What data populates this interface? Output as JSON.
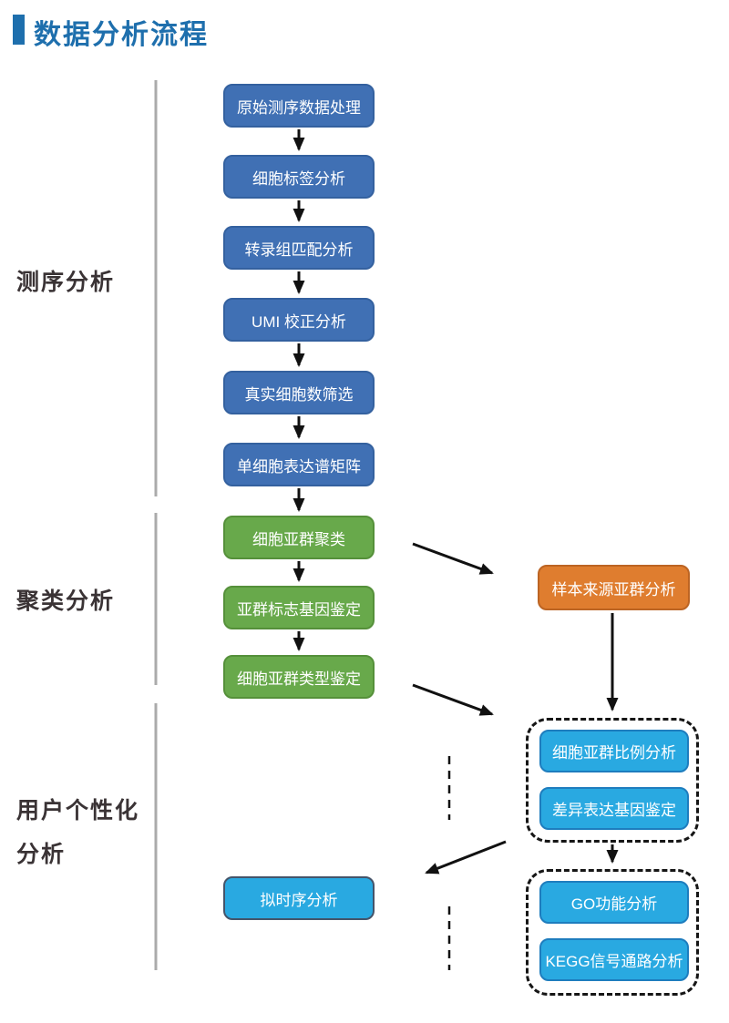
{
  "title": "数据分析流程",
  "sections": {
    "sequencing": {
      "label": "测序分析"
    },
    "clustering": {
      "label": "聚类分析"
    },
    "personalized": {
      "label_line1": "用户个性化",
      "label_line2": "分析"
    }
  },
  "flow": {
    "sequencing_steps": [
      "原始测序数据处理",
      "细胞标签分析",
      "转录组匹配分析",
      "UMI 校正分析",
      "真实细胞数筛选",
      "单细胞表达谱矩阵"
    ],
    "clustering_steps": [
      "细胞亚群聚类",
      "亚群标志基因鉴定",
      "细胞亚群类型鉴定"
    ],
    "sample_origin_step": "样本来源亚群分析",
    "proportion_de_steps": [
      "细胞亚群比例分析",
      "差异表达基因鉴定"
    ],
    "pseudotime_step": "拟时序分析",
    "enrichment_steps": [
      "GO功能分析",
      "KEGG信号通路分析"
    ]
  },
  "colors": {
    "title_accent": "#1E6FAD",
    "step_blue": "#4070B4",
    "step_green": "#68A94B",
    "step_orange": "#DF7D2F",
    "step_cyan": "#29A9E1",
    "section_label_text": "#3A3335",
    "connector_black": "#111111",
    "section_line_gray": "#ABABAB"
  }
}
